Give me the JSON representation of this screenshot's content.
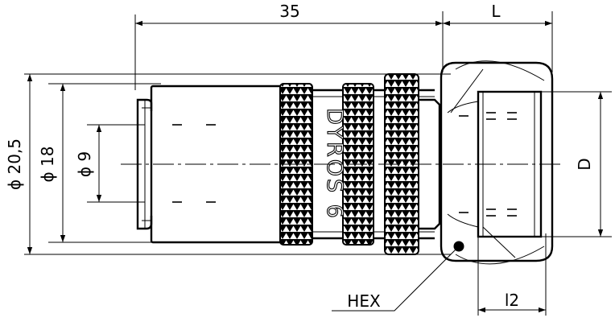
{
  "drawing": {
    "dimensions": {
      "length": "35",
      "nut_length": "L",
      "thread": "D",
      "outer_diameter": "ϕ 20,5",
      "body_diameter": "ϕ 18",
      "bore_diameter": "ϕ 9",
      "thread_length": "l2",
      "hex_label": "HEX"
    },
    "engraving": "DYROS 6"
  }
}
